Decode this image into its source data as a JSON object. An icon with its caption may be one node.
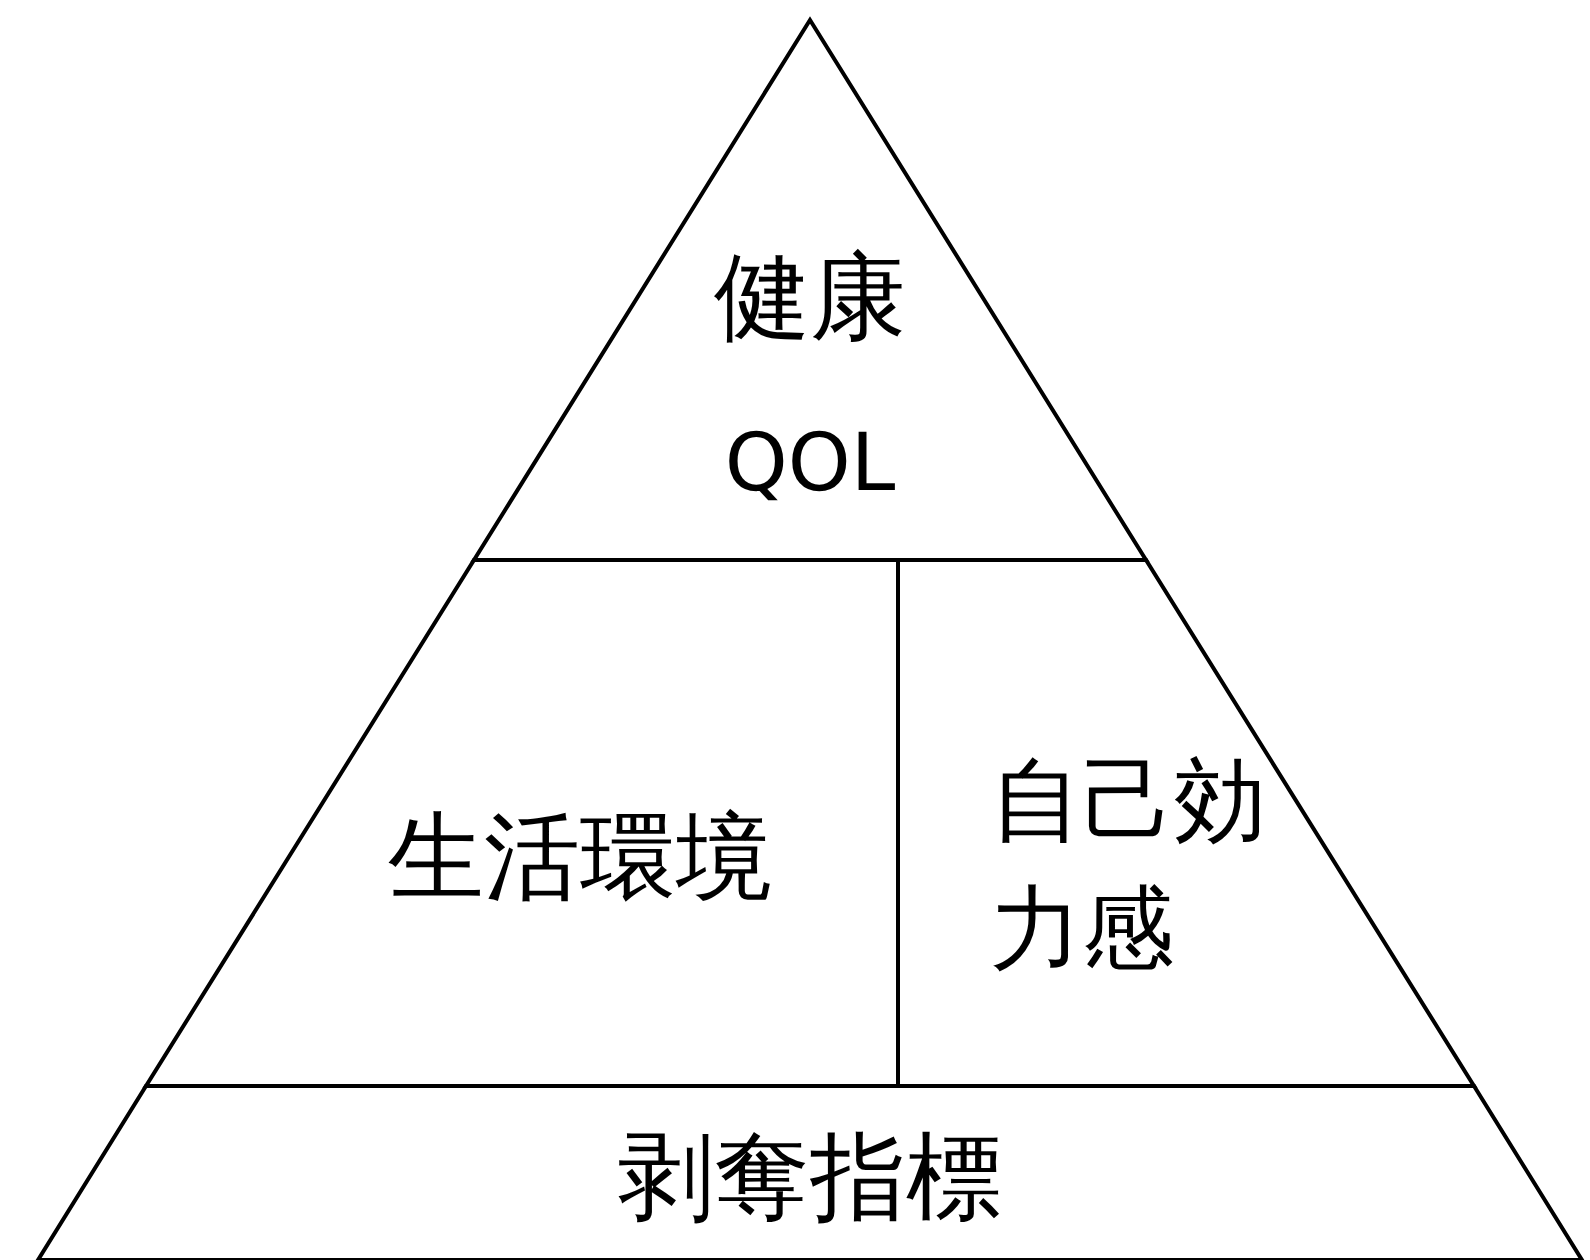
{
  "diagram": {
    "nodes": [
      {
        "text": [
          "健康",
          "QOL"
        ]
      },
      {
        "text": [
          "生活環境"
        ]
      },
      {
        "text": [
          "自己効力感"
        ]
      },
      {
        "text": [
          "剥奪指標"
        ]
      }
    ]
  }
}
